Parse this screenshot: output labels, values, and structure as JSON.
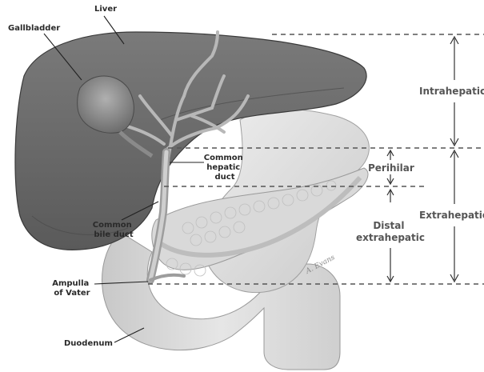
{
  "labels": {
    "liver": "Liver",
    "gallbladder": "Gallbladder",
    "common_hepatic_duct": [
      "Common",
      "hepatic",
      "duct"
    ],
    "common_bile_duct": [
      "Common",
      "bile duct"
    ],
    "ampulla_of_vater": [
      "Ampulla",
      "of Vater"
    ],
    "duodenum": "Duodenum",
    "intrahepatic": "Intrahepatic",
    "perihilar": "Perihilar",
    "distal_extrahepatic": [
      "Distal",
      "extrahepatic"
    ],
    "extrahepatic": "Extrahepatic"
  },
  "signature": "A. Evans",
  "colors": {
    "liver": "#707070",
    "liver_shadow": "#505050",
    "gallbladder": "#8c8c8c",
    "ducts": "#b5b5b5",
    "pancreas": "#d6d6d6",
    "duodenum": "#dcdcdc",
    "label_text": "#2a2a2a",
    "region_text": "#555555"
  }
}
